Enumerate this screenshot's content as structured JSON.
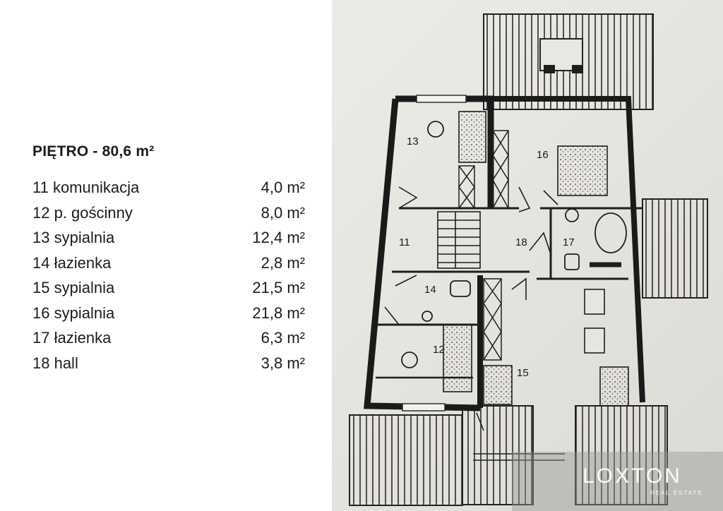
{
  "floor": {
    "title": "PIĘTRO - 80,6 m²"
  },
  "rooms": [
    {
      "name": "11 komunikacja",
      "area": "4,0 m²"
    },
    {
      "name": "12 p. gościnny",
      "area": "8,0 m²"
    },
    {
      "name": "13 sypialnia",
      "area": "12,4 m²"
    },
    {
      "name": "14 łazienka",
      "area": "2,8 m²"
    },
    {
      "name": "15 sypialnia",
      "area": "21,5 m²"
    },
    {
      "name": "16 sypialnia",
      "area": "21,8 m²"
    },
    {
      "name": "17 łazienka",
      "area": "6,3 m²"
    },
    {
      "name": "18 hall",
      "area": "3,8 m²"
    }
  ],
  "plan_labels": {
    "r11": "11",
    "r12": "12",
    "r13": "13",
    "r14": "14",
    "r15": "15",
    "r16": "16",
    "r17": "17",
    "r18": "18"
  },
  "logo": {
    "name": "LOXTON",
    "tagline": "REAL ESTATE"
  }
}
